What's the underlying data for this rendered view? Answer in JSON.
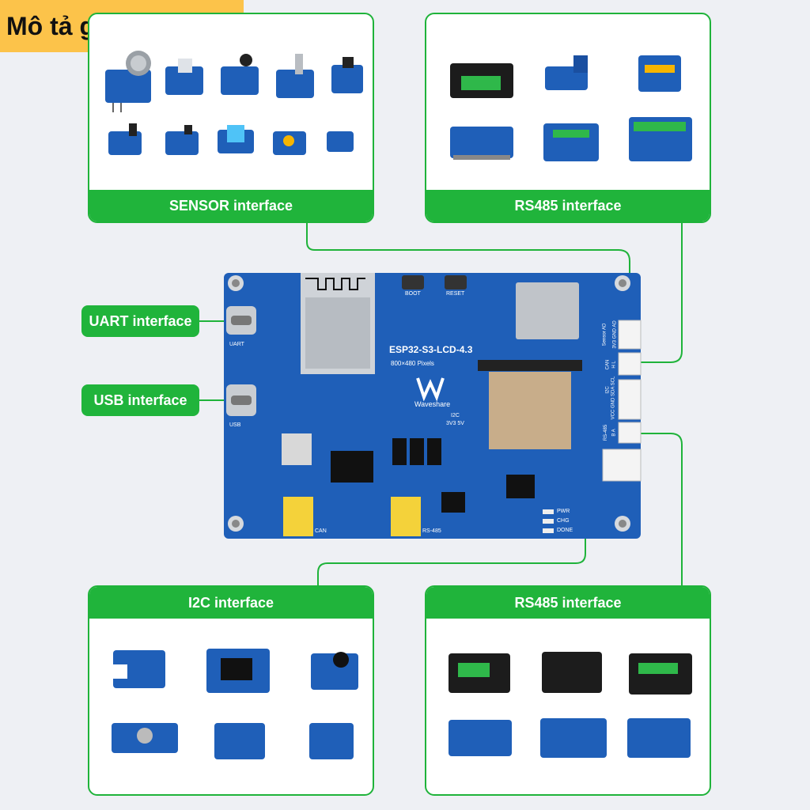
{
  "title": "Mô tả giao tiếp",
  "panels": {
    "sensor": "SENSOR interface",
    "rs485_top": "RS485 interface",
    "i2c": "I2C interface",
    "rs485_bottom": "RS485 interface"
  },
  "side_labels": {
    "uart": "UART interface",
    "usb": "USB interface"
  },
  "board": {
    "model": "ESP32-S3-LCD-4.3",
    "resolution": "800×480 Pixels",
    "brand": "Waveshare",
    "boot": "BOOT",
    "reset": "RESET",
    "uart_silk": "UART",
    "usb_silk": "USB",
    "i2c_silk": "I2C",
    "i2c_voltage": "3V3 5V",
    "can_silk": "CAN",
    "rs485_silk": "RS-485",
    "pwr": "PWR",
    "chg": "CHG",
    "done": "DONE",
    "sensor_conn": "Sensor AD",
    "sensor_pins": "3V3 GND AD",
    "can_conn": "CAN",
    "can_pins": "H L",
    "i2c_conn": "I2C",
    "i2c_pins": "VCC GND SDA SCL",
    "rs485_conn": "RS-485",
    "rs485_pins": "B A"
  },
  "colors": {
    "accent_green": "#20b43b",
    "title_yellow": "#fcc34a",
    "board_blue": "#1f5fb8"
  }
}
